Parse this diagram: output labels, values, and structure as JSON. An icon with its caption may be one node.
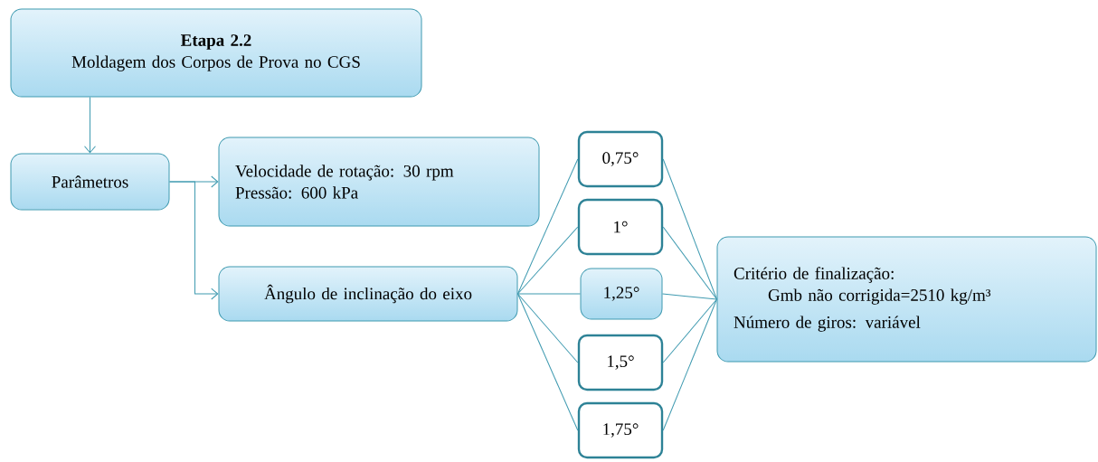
{
  "diagram": {
    "nodes": [
      {
        "text": [
          "Etapa 2.2",
          "Moldagem dos Corpos de Prova no CGS"
        ]
      },
      {
        "text": [
          "Parâmetros"
        ]
      },
      {
        "text": [
          "Velocidade de rotação: 30 rpm",
          "Pressão: 600 kPa"
        ]
      },
      {
        "text": [
          "Ângulo de inclinação do eixo"
        ]
      },
      {
        "text": [
          "0,75°"
        ]
      },
      {
        "text": [
          "1°"
        ]
      },
      {
        "text": [
          "1,25°"
        ]
      },
      {
        "text": [
          "1,5°"
        ]
      },
      {
        "text": [
          "1,75°"
        ]
      },
      {
        "text": [
          "Critério de finalização:",
          "Gmb não corrigida=2510 kg/m³",
          "Número de giros: variável"
        ]
      }
    ],
    "edges": [
      {
        "from": 0,
        "to": 1,
        "arrow": "to"
      },
      {
        "from": 1,
        "to": 2,
        "arrow": "to"
      },
      {
        "from": 1,
        "to": 3,
        "arrow": "to"
      },
      {
        "from": 3,
        "to": 4,
        "arrow": "none"
      },
      {
        "from": 3,
        "to": 5,
        "arrow": "none"
      },
      {
        "from": 3,
        "to": 6,
        "arrow": "none"
      },
      {
        "from": 3,
        "to": 7,
        "arrow": "none"
      },
      {
        "from": 3,
        "to": 8,
        "arrow": "none"
      },
      {
        "from": 4,
        "to": 9,
        "arrow": "none"
      },
      {
        "from": 5,
        "to": 9,
        "arrow": "none"
      },
      {
        "from": 6,
        "to": 9,
        "arrow": "none"
      },
      {
        "from": 7,
        "to": 9,
        "arrow": "none"
      },
      {
        "from": 8,
        "to": 9,
        "arrow": "none"
      }
    ]
  }
}
